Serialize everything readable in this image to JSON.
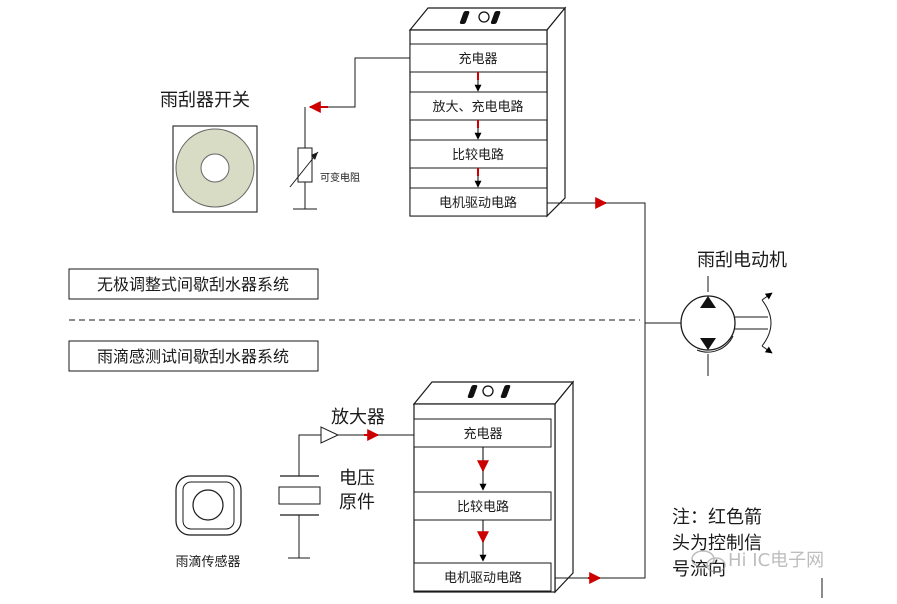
{
  "top_module": {
    "stages": [
      "充电器",
      "放大、充电电路",
      "比较电路",
      "电机驱动电路"
    ]
  },
  "bottom_module": {
    "stages": [
      "充电器",
      "比较电路",
      "电机驱动电路"
    ]
  },
  "wiper_switch": {
    "label": "雨刮器开关"
  },
  "variable_resistor": {
    "label": "可变电阻"
  },
  "amplifier": {
    "label": "放大器"
  },
  "piezo": {
    "label_line1": "电压",
    "label_line2": "原件"
  },
  "rain_sensor": {
    "label": "雨滴传感器"
  },
  "motor": {
    "label": "雨刮电动机"
  },
  "systems": {
    "top": "无极调整式间歇刮水器系统",
    "bottom": "雨滴感测试间歇刮水器系统"
  },
  "note": {
    "line1": "注：红色箭",
    "line2": "头为控制信",
    "line3": "号流向"
  },
  "watermark": "Hi IC电子网",
  "colors": {
    "signal_arrow": "#cc0000",
    "line": "#1a1a1a"
  }
}
